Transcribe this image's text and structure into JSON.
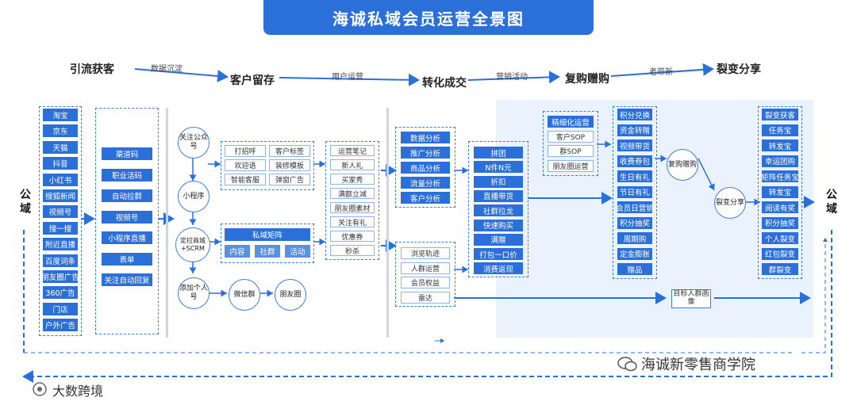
{
  "title": "海诚私域会员运营全景图",
  "stages": [
    "引流获客",
    "客户留存",
    "转化成交",
    "复购赠购",
    "裂变分享"
  ],
  "transitions": [
    "数据沉淀",
    "用户运营",
    "营销活动",
    "老带新"
  ],
  "side_left": "公域",
  "side_right": "公域",
  "col1": [
    "淘宝",
    "京东",
    "天猫",
    "抖音",
    "小红书",
    "搜狐新闻",
    "视频号",
    "搜一搜",
    "附近直播",
    "百度词条",
    "朋友圈广告",
    "360广告",
    "门店",
    "户外广告"
  ],
  "col2": [
    "渠道码",
    "职业活码",
    "自动拉群",
    "视频号",
    "小程序直播",
    "表单",
    "关注自动回复"
  ],
  "col3": {
    "nodes": [
      "关注公众号",
      "小程序",
      "定拉商城+SCRM",
      "添加个人号"
    ],
    "wechat_group": "微信群",
    "moments": "朋友圈",
    "grid": [
      "打招呼",
      "客户标签",
      "欢迎语",
      "装修模板",
      "智能客服",
      "弹窗广告"
    ],
    "matrix_title": "私域矩阵",
    "matrix_items": [
      "内容",
      "社群",
      "活动"
    ]
  },
  "col4": [
    "运营笔记",
    "新人礼",
    "买家秀",
    "满额立减",
    "朋友圈素材",
    "关注有礼",
    "优惠券",
    "秒杀"
  ],
  "col5a": [
    "数据分析",
    "推广分析",
    "商品分析",
    "流量分析",
    "客户分析"
  ],
  "col5b": [
    "浏览轨迹",
    "人群运营",
    "会员权益",
    "雷达"
  ],
  "col6": [
    "拼团",
    "N件N元",
    "折扣",
    "直播带货",
    "社群拉龙",
    "快速购买",
    "满赠",
    "打包一口价",
    "消费返现"
  ],
  "col7": [
    "精细化运营",
    "客户SOP",
    "群SOP",
    "朋友圈运营"
  ],
  "col8": [
    "积分兑换",
    "资金转赠",
    "视频带货",
    "收费券包",
    "生日有礼",
    "节日有礼",
    "会员日营销",
    "积分抽奖",
    "周期购",
    "定金膨胀",
    "赠品"
  ],
  "repurchase": "复购赠购",
  "fission": "裂变分享",
  "target": "目标人群画像",
  "col9": [
    "裂变获客",
    "任务宝",
    "转发宝",
    "幸运团购",
    "矩阵任务宝",
    "转发宝",
    "阅读有奖",
    "积分抽奖",
    "个人裂变",
    "红包裂变",
    "群裂变"
  ],
  "footer_right": "海诚新零售商学院",
  "footer_left": "大数跨境",
  "colors": {
    "accent": "#2b6fd8",
    "panel": "#eaf2fd",
    "line": "#3b7ee0"
  }
}
